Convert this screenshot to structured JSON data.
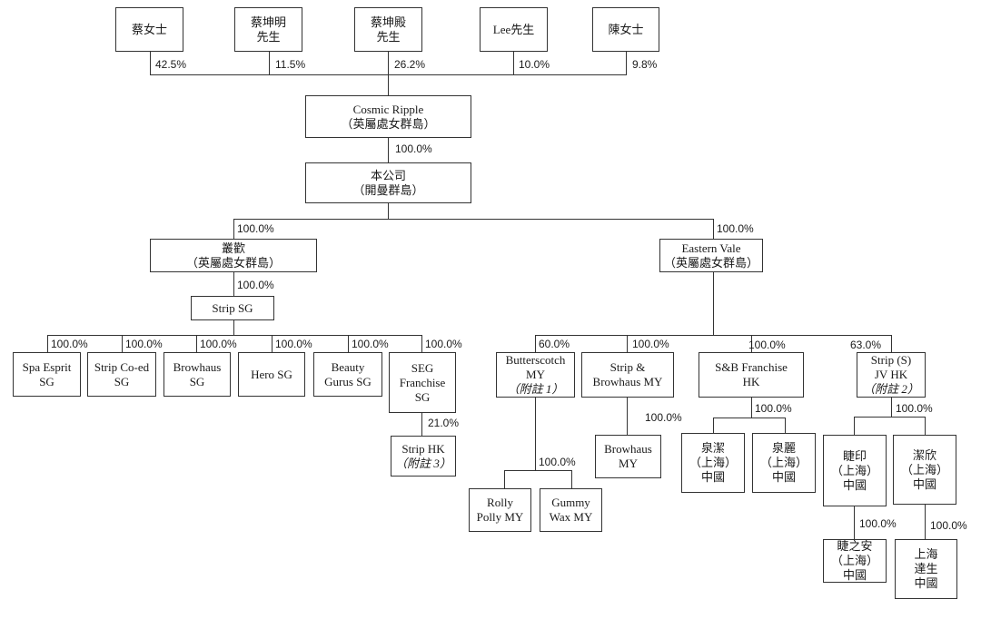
{
  "entities": {
    "cai_ms": {
      "lines": [
        "蔡女士"
      ]
    },
    "cai_kunming": {
      "lines": [
        "蔡坤明",
        "先生"
      ]
    },
    "cai_kundian": {
      "lines": [
        "蔡坤殿",
        "先生"
      ]
    },
    "lee": {
      "lines": [
        "Lee先生"
      ]
    },
    "chen_ms": {
      "lines": [
        "陳女士"
      ]
    },
    "cosmic_ripple": {
      "lines": [
        "Cosmic Ripple",
        "（英屬處女群島）"
      ]
    },
    "company": {
      "lines": [
        "本公司",
        "（開曼群島）"
      ]
    },
    "congxin": {
      "lines": [
        "叢歡",
        "（英屬處女群島）"
      ]
    },
    "eastern_vale": {
      "lines": [
        "Eastern Vale",
        "（英屬處女群島）"
      ]
    },
    "strip_sg": {
      "lines": [
        "Strip SG"
      ]
    },
    "spa_esprit": {
      "lines": [
        "Spa Esprit",
        "SG"
      ]
    },
    "strip_coed": {
      "lines": [
        "Strip Co-ed",
        "SG"
      ]
    },
    "browhaus_sg": {
      "lines": [
        "Browhaus",
        "SG"
      ]
    },
    "hero_sg": {
      "lines": [
        "Hero SG"
      ]
    },
    "beauty_gurus": {
      "lines": [
        "Beauty",
        "Gurus SG"
      ]
    },
    "seg_franchise": {
      "lines": [
        "SEG",
        "Franchise",
        "SG"
      ]
    },
    "strip_hk": {
      "lines": [
        "Strip HK"
      ],
      "note": "（附註 3）"
    },
    "butterscotch": {
      "lines": [
        "Butterscotch",
        "MY"
      ],
      "note": "（附註 1）"
    },
    "strip_browhaus_my": {
      "lines": [
        "Strip &",
        "Browhaus MY"
      ]
    },
    "sb_franchise": {
      "lines": [
        "S&B Franchise",
        "HK"
      ]
    },
    "strip_s_jv": {
      "lines": [
        "Strip (S)",
        "JV HK"
      ],
      "note": "（附註 2）"
    },
    "rolly_polly": {
      "lines": [
        "Rolly",
        "Polly MY"
      ]
    },
    "gummy_wax": {
      "lines": [
        "Gummy",
        "Wax MY"
      ]
    },
    "browhaus_my": {
      "lines": [
        "Browhaus",
        "MY"
      ]
    },
    "quanjie": {
      "lines": [
        "泉潔",
        "（上海）",
        "中國"
      ]
    },
    "quanli": {
      "lines": [
        "泉麗",
        "（上海）",
        "中國"
      ]
    },
    "jieyin": {
      "lines": [
        "睫印",
        "（上海）",
        "中國"
      ]
    },
    "jiexin": {
      "lines": [
        "潔欣",
        "（上海）",
        "中國"
      ]
    },
    "jiezhian": {
      "lines": [
        "睫之安",
        "（上海）",
        "中國"
      ]
    },
    "shanghai_dasheng": {
      "lines": [
        "上海",
        "達生",
        "中國"
      ]
    }
  },
  "percentages": {
    "p_cai_ms": "42.5%",
    "p_cai_kunming": "11.5%",
    "p_cai_kundian": "26.2%",
    "p_lee": "10.0%",
    "p_chen_ms": "9.8%",
    "p_company": "100.0%",
    "p_congxin": "100.0%",
    "p_eastern_vale": "100.0%",
    "p_strip_sg": "100.0%",
    "p_spa_esprit": "100.0%",
    "p_strip_coed": "100.0%",
    "p_browhaus_sg": "100.0%",
    "p_hero_sg": "100.0%",
    "p_beauty_gurus": "100.0%",
    "p_seg_franchise": "100.0%",
    "p_strip_hk": "21.0%",
    "p_butterscotch": "60.0%",
    "p_strip_browhaus_my": "100.0%",
    "p_sb_franchise": "100.0%",
    "p_strip_s_jv": "63.0%",
    "p_rolly_gummy": "100.0%",
    "p_browhaus_my": "100.0%",
    "p_quan": "100.0%",
    "p_jie_group": "100.0%",
    "p_jiezhian": "100.0%",
    "p_shanghai_dasheng": "100.0%"
  }
}
